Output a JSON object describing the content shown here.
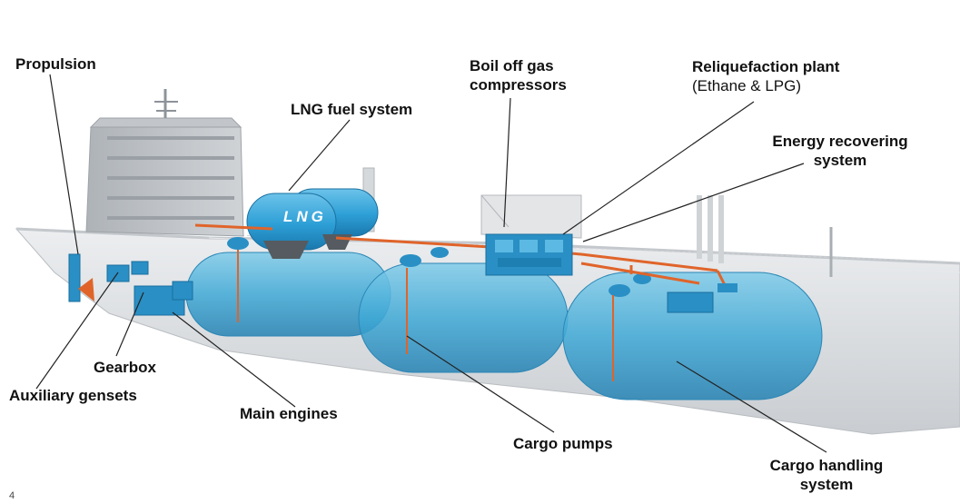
{
  "labels": {
    "propulsion": "Propulsion",
    "lng_fuel_system": "LNG fuel system",
    "boil_off_line1": "Boil off gas",
    "boil_off_line2": "compressors",
    "reliquefaction": "Reliquefaction plant",
    "reliquefaction_sub": "(Ethane & LPG)",
    "energy_line1": "Energy recovering",
    "energy_line2": "system",
    "gearbox": "Gearbox",
    "aux_gensets": "Auxiliary gensets",
    "main_engines": "Main engines",
    "cargo_pumps": "Cargo pumps",
    "cargo_handling_line1": "Cargo handling",
    "cargo_handling_line2": "system"
  },
  "lng_tank_text": "LNG",
  "page_number": "4",
  "colors": {
    "tank_blue": "#3fa9d6",
    "equipment_blue": "#2a8fc4",
    "pipe_orange": "#e0642a",
    "hull_grey": "#d9dcdf",
    "superstructure_grey": "#b8bcc0",
    "leader_line": "#222222"
  }
}
